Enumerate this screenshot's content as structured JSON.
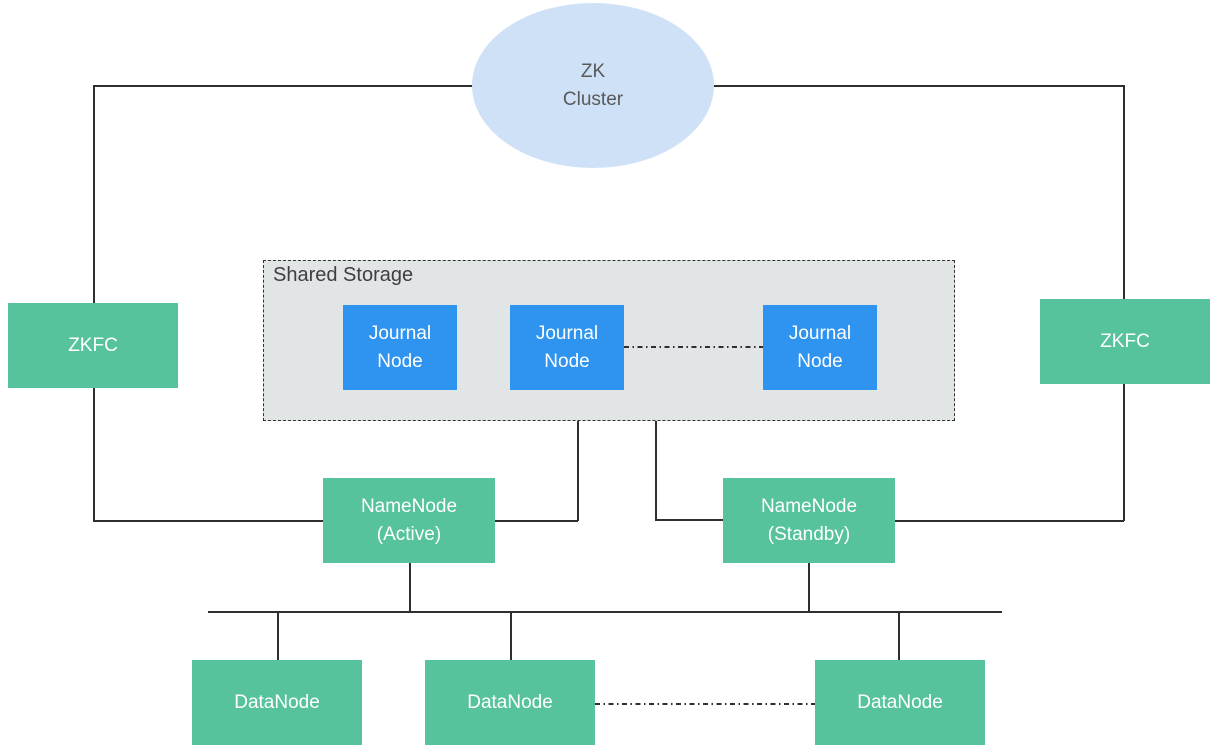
{
  "colors": {
    "green": "#57c39c",
    "blue": "#2f94f0",
    "lightblue": "#cfe1f7",
    "storage": "#e2e5e5",
    "line": "#2f2f2f"
  },
  "zk_cluster": {
    "label": "ZK\nCluster"
  },
  "shared_storage": {
    "label": "Shared Storage",
    "journal_nodes": [
      {
        "label": "Journal\nNode"
      },
      {
        "label": "Journal\nNode"
      },
      {
        "label": "Journal\nNode"
      }
    ]
  },
  "zkfc": {
    "left_label": "ZKFC",
    "right_label": "ZKFC"
  },
  "namenodes": [
    {
      "label": "NameNode\n(Active)"
    },
    {
      "label": "NameNode\n(Standby)"
    }
  ],
  "datanodes": [
    {
      "label": "DataNode"
    },
    {
      "label": "DataNode"
    },
    {
      "label": "DataNode"
    }
  ]
}
